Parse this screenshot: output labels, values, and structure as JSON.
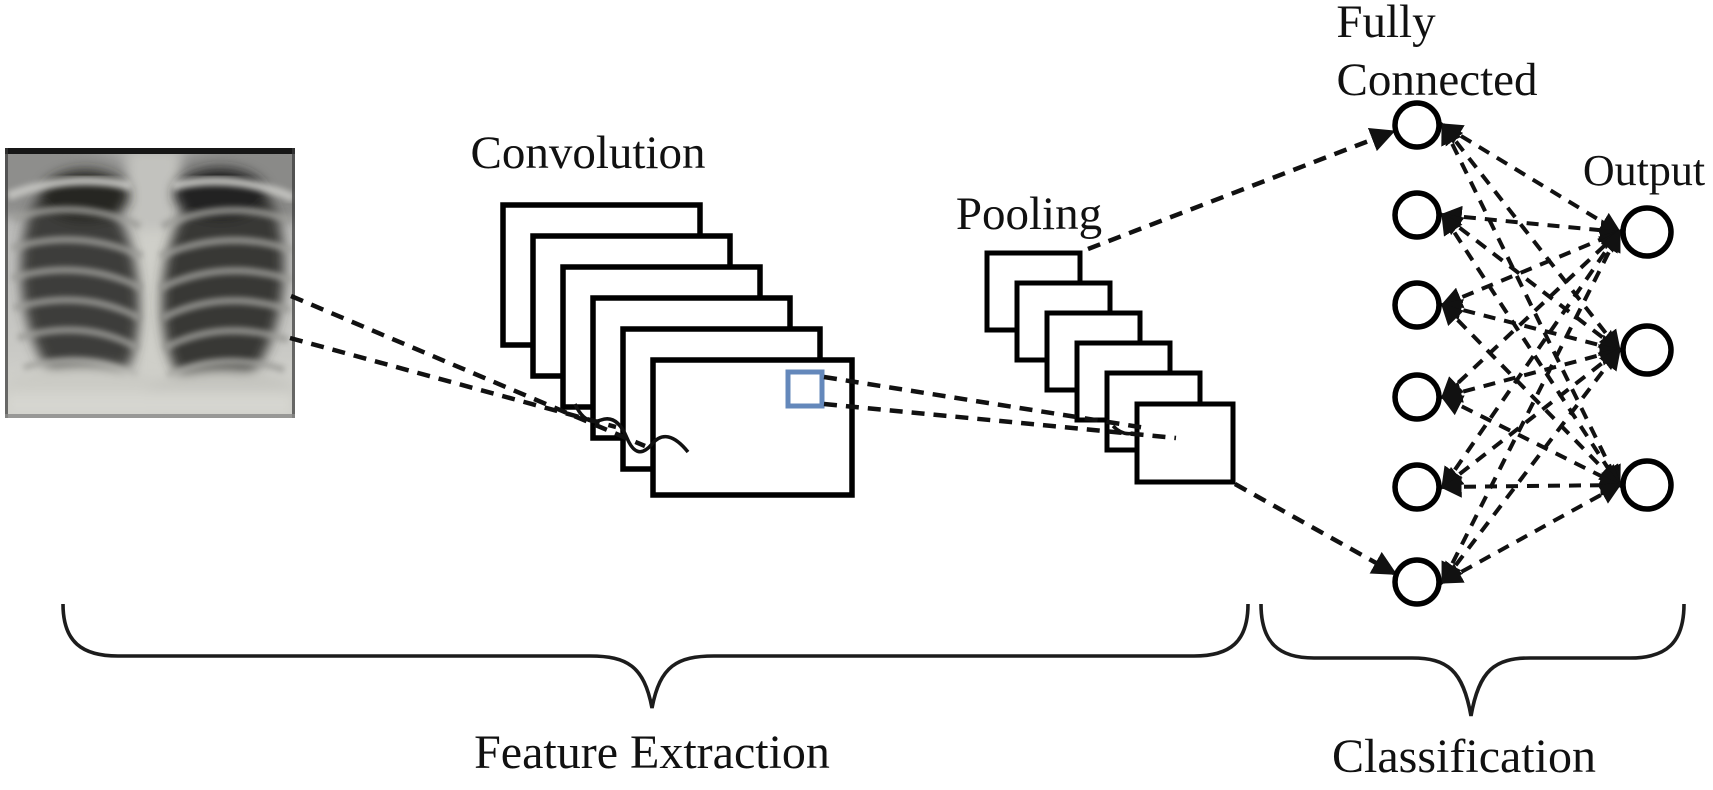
{
  "diagram": {
    "kind": "convolutional-neural-network-architecture",
    "input_description": "Chest X-ray image",
    "labels": {
      "convolution": "Convolution",
      "pooling": "Pooling",
      "fully_connected_line1": "Fully",
      "fully_connected_line2": "Connected",
      "output": "Output",
      "feature_extraction": "Feature Extraction",
      "classification": "Classification"
    },
    "structure": {
      "convolution_feature_maps": 6,
      "pooling_feature_maps": 6,
      "fully_connected_nodes": 6,
      "output_nodes": 3,
      "connection_style": "dashed"
    },
    "colors": {
      "stroke": "#000000",
      "kernel_box": "#6488bb",
      "background": "#ffffff"
    }
  }
}
